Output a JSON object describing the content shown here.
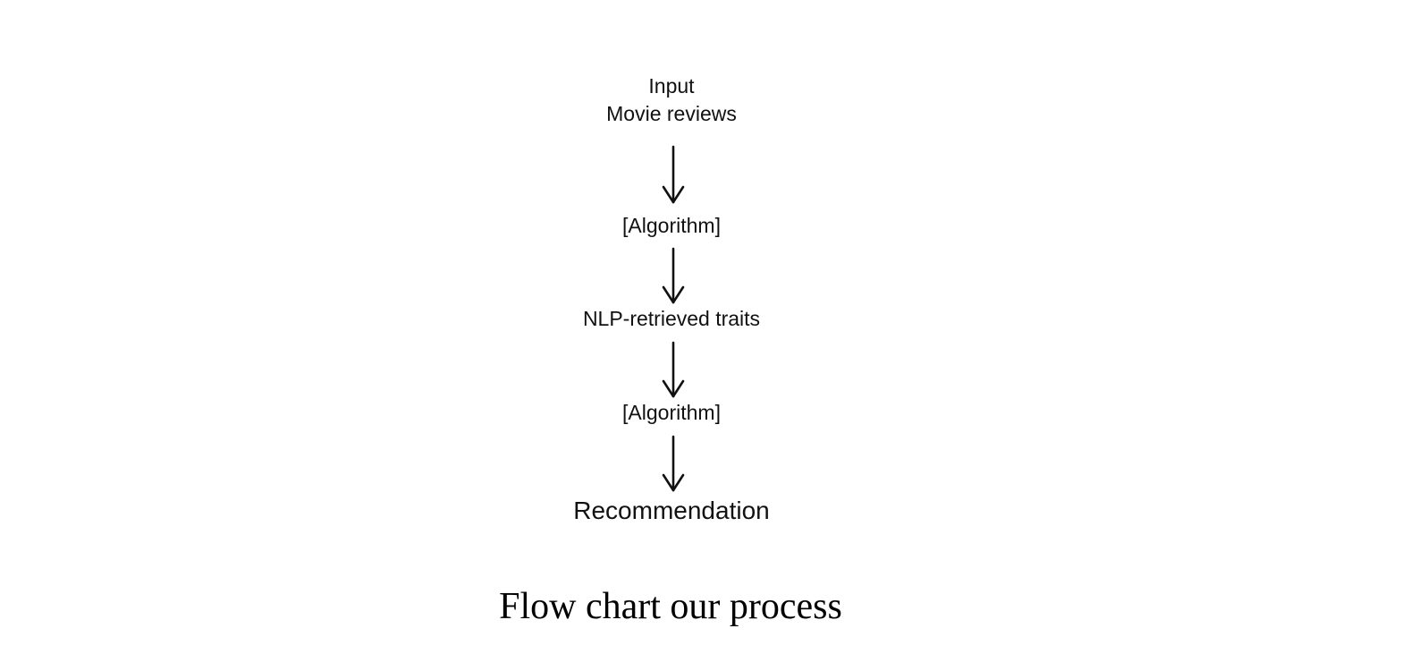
{
  "diagram": {
    "steps": [
      {
        "lines": [
          "Input",
          "Movie reviews"
        ]
      },
      {
        "lines": [
          "[Algorithm]"
        ]
      },
      {
        "lines": [
          "NLP-retrieved traits"
        ]
      },
      {
        "lines": [
          "[Algorithm]"
        ]
      },
      {
        "lines": [
          "Recommendation"
        ]
      }
    ],
    "arrow_icon": "arrow-down-icon",
    "caption": "Flow chart our process"
  }
}
